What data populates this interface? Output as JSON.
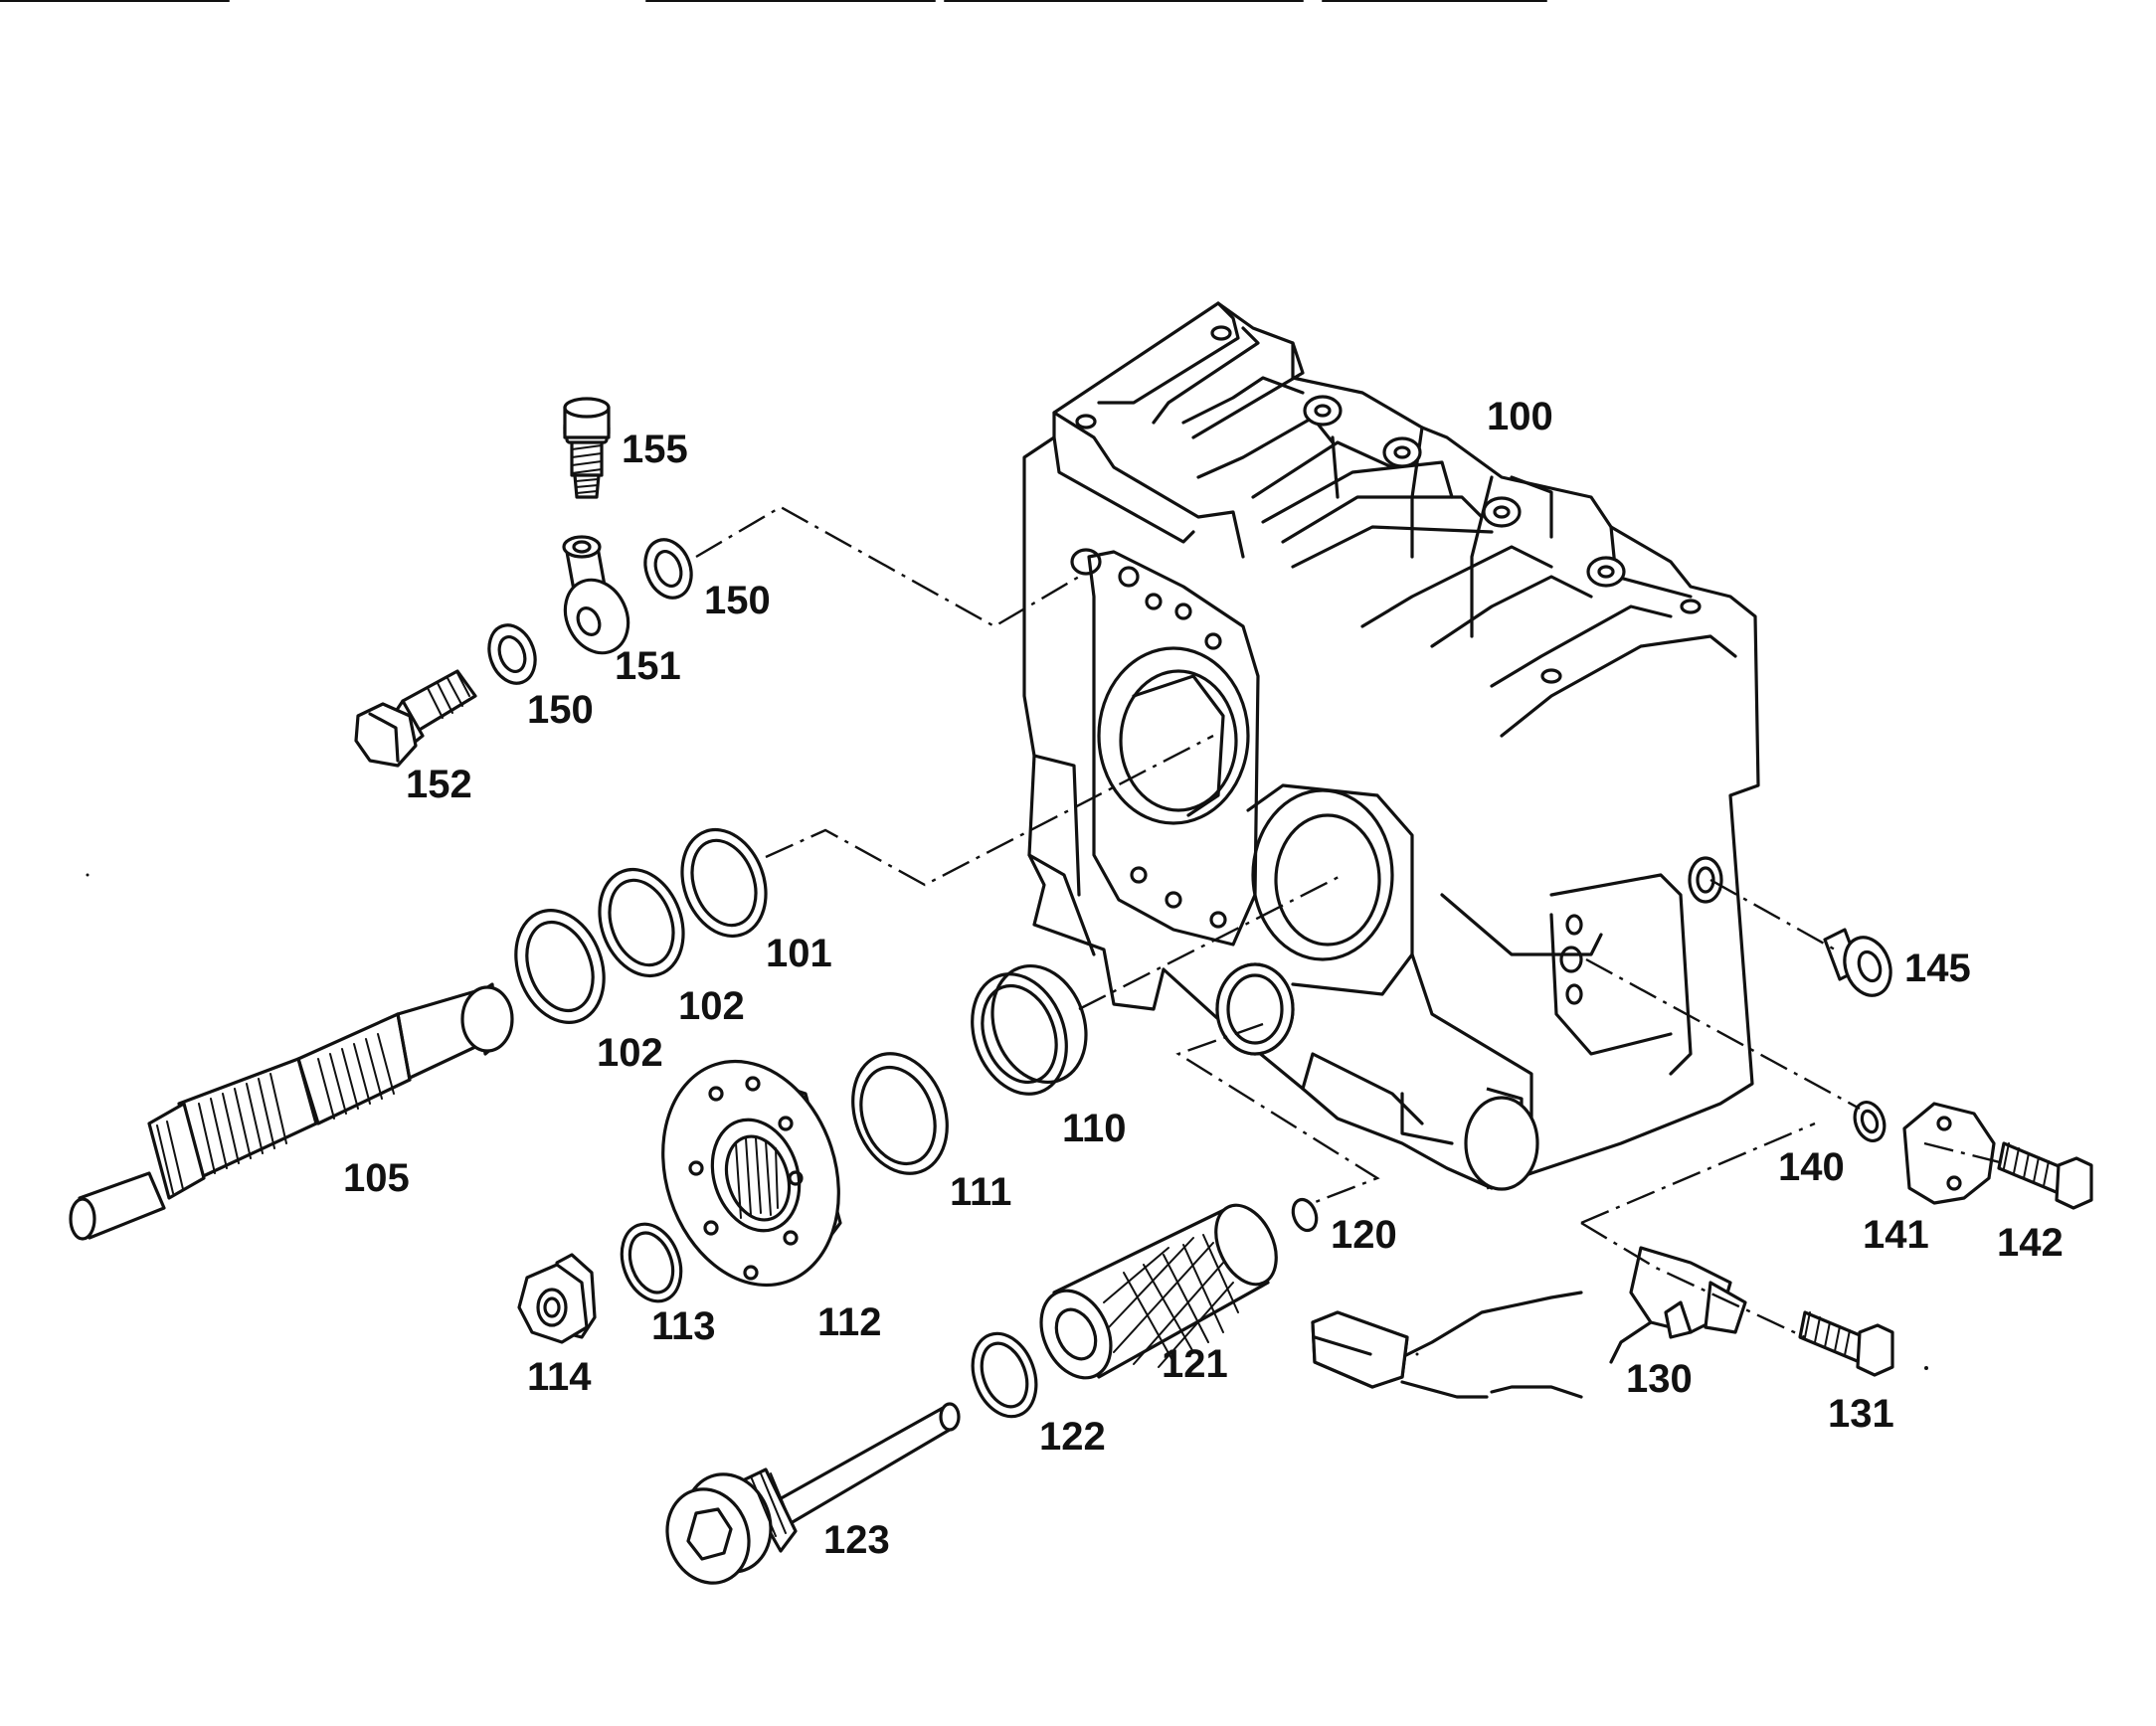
{
  "callouts": {
    "c100": "100",
    "c101": "101",
    "c102a": "102",
    "c102b": "102",
    "c105": "105",
    "c110": "110",
    "c111": "111",
    "c112": "112",
    "c113": "113",
    "c114": "114",
    "c120": "120",
    "c121": "121",
    "c122": "122",
    "c123": "123",
    "c130": "130",
    "c131": "131",
    "c140": "140",
    "c141": "141",
    "c142": "142",
    "c145": "145",
    "c150a": "150",
    "c150b": "150",
    "c151": "151",
    "c152": "152",
    "c155": "155"
  }
}
